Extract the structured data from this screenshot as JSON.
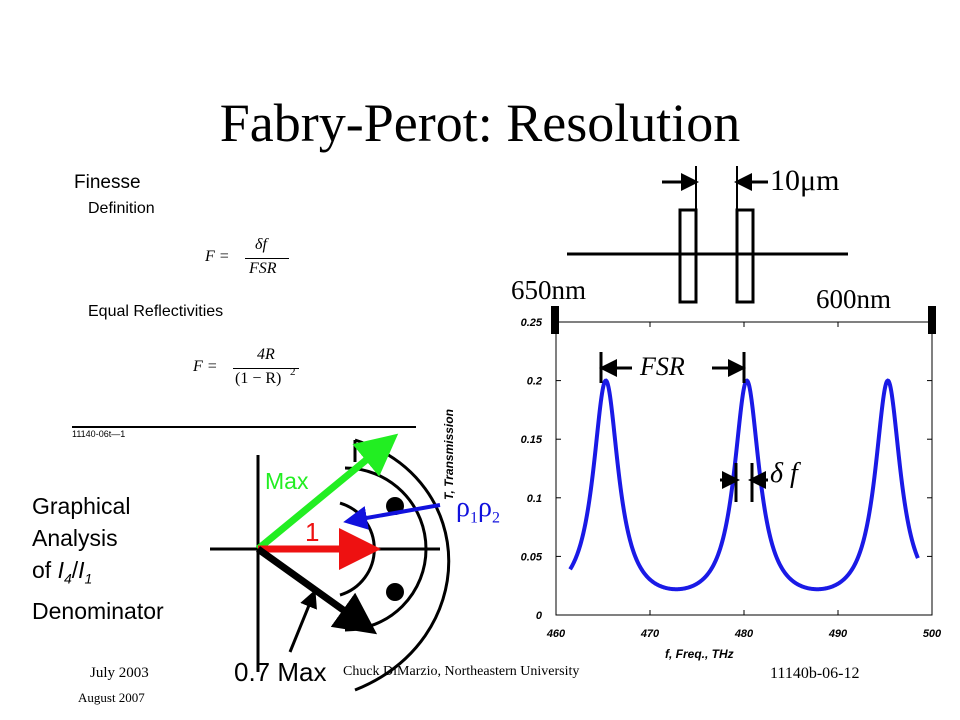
{
  "slide": {
    "title": "Fabry-Perot: Resolution",
    "footer_left": "July 2003",
    "footer_left2": "August 2007",
    "footer_center": "Chuck DiMarzio, Northeastern University",
    "footer_right": "11140b-06-12"
  },
  "finesse_box": {
    "heading": "Finesse",
    "definition_label": "Definition",
    "formula_definition_lhs": "F =",
    "formula_definition_num": "δf",
    "formula_definition_den": "FSR",
    "equal_label": "Equal Reflectivities",
    "formula_equal_lhs": "F =",
    "formula_equal_num": "4R",
    "formula_equal_den": "(1 − R)",
    "formula_equal_exp": "2",
    "caption": "11140-06t—1"
  },
  "graphical": {
    "line1": "Graphical",
    "line2": "Analysis",
    "line3_prefix": "of ",
    "line3_a": "I",
    "line3_a_sub": "4",
    "line3_sep": "/",
    "line3_b": "I",
    "line3_b_sub": "1",
    "line4": "Denominator",
    "max_label": "Max",
    "one_label": "1",
    "rho_label": "ρ",
    "rho_sub1": "1",
    "rho_sub2": "2",
    "seventy_label": "0.7 Max",
    "colors": {
      "green": "#22ee22",
      "red": "#ee1111",
      "blue": "#1111dd",
      "black": "#000000"
    }
  },
  "etalon": {
    "spacing_label": "10μm",
    "left_wavelength": "650nm",
    "right_wavelength": "600nm"
  },
  "chart_data": {
    "type": "line",
    "title": "",
    "xlabel": "f, Freq., THz",
    "ylabel": "T, Transmission",
    "xlim": [
      460,
      500
    ],
    "ylim": [
      0,
      0.25
    ],
    "xticks": [
      "460",
      "470",
      "480",
      "490",
      "500"
    ],
    "yticks": [
      "0",
      "0.05",
      "0.1",
      "0.15",
      "0.2",
      "0.25"
    ],
    "line_color": "#1a1ae6",
    "peaks": [
      465.3,
      480.3,
      495.3
    ],
    "peak_value": 0.2,
    "min_value": 0.022,
    "x_range": [
      461.5,
      498.5
    ],
    "annotations": {
      "fsr": "FSR",
      "delta_f": "δ f"
    }
  }
}
